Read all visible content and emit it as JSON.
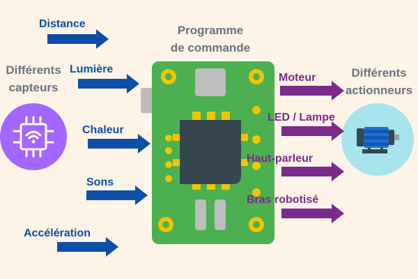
{
  "title": {
    "line1": "Programme",
    "line2": "de commande"
  },
  "sensors": {
    "heading_line1": "Différents",
    "heading_line2": "capteurs",
    "icon": "wifi-chip-icon",
    "inputs": [
      {
        "label": "Distance"
      },
      {
        "label": "Lumière"
      },
      {
        "label": "Chaleur"
      },
      {
        "label": "Sons"
      },
      {
        "label": "Accélération"
      }
    ]
  },
  "actuators": {
    "heading_line1": "Différents",
    "heading_line2": "actionneurs",
    "icon": "motor-icon",
    "outputs": [
      {
        "label": "Moteur"
      },
      {
        "label": "LED / Lampe"
      },
      {
        "label": "Haut-parleur"
      },
      {
        "label": "Bras robotisé"
      }
    ]
  },
  "board": {
    "icon": "microcontroller-board-icon"
  },
  "colors": {
    "background": "#fdf3e7",
    "input_arrow": "#0d4fa6",
    "output_arrow": "#7a2a8c",
    "board": "#4caf50",
    "sensor_circle": "#a366ff",
    "actuator_circle": "#a8e4ec"
  }
}
